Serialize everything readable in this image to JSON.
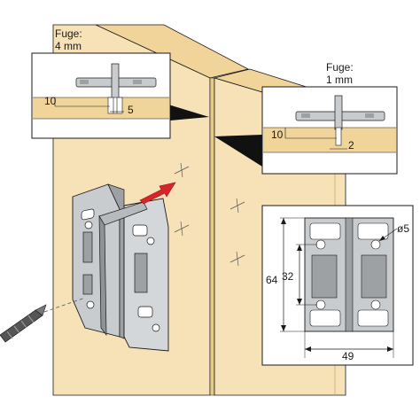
{
  "left_detail": {
    "caption_line1": "Fuge:",
    "caption_line2": "4 mm",
    "dim_depth": "10",
    "dim_gap": "5"
  },
  "right_detail": {
    "caption_line1": "Fuge:",
    "caption_line2": "1 mm",
    "dim_depth": "10",
    "dim_gap": "2"
  },
  "dimension_panel": {
    "height_outer": "64",
    "height_inner": "32",
    "width": "49",
    "hole_diameter": "ø5"
  },
  "colors": {
    "wood_face": "#f6e2b6",
    "wood_edge": "#e9c98a",
    "wood_top": "#f1d49a",
    "connector": "#c9ccce",
    "connector_dark": "#9da1a4",
    "arrow": "#d8252a",
    "line": "#1a1a1a"
  }
}
